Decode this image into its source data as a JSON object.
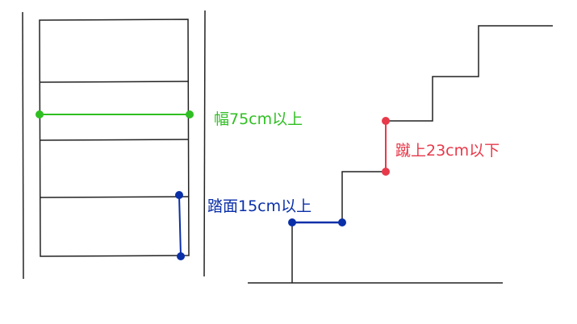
{
  "labels": {
    "width": "幅75cm以上",
    "tread": "踏面15cm以上",
    "riser": "蹴上23cm以下"
  },
  "colors": {
    "width": "#2fbf22",
    "tread": "#0a2fa8",
    "riser": "#e8394a",
    "line": "#222222"
  }
}
